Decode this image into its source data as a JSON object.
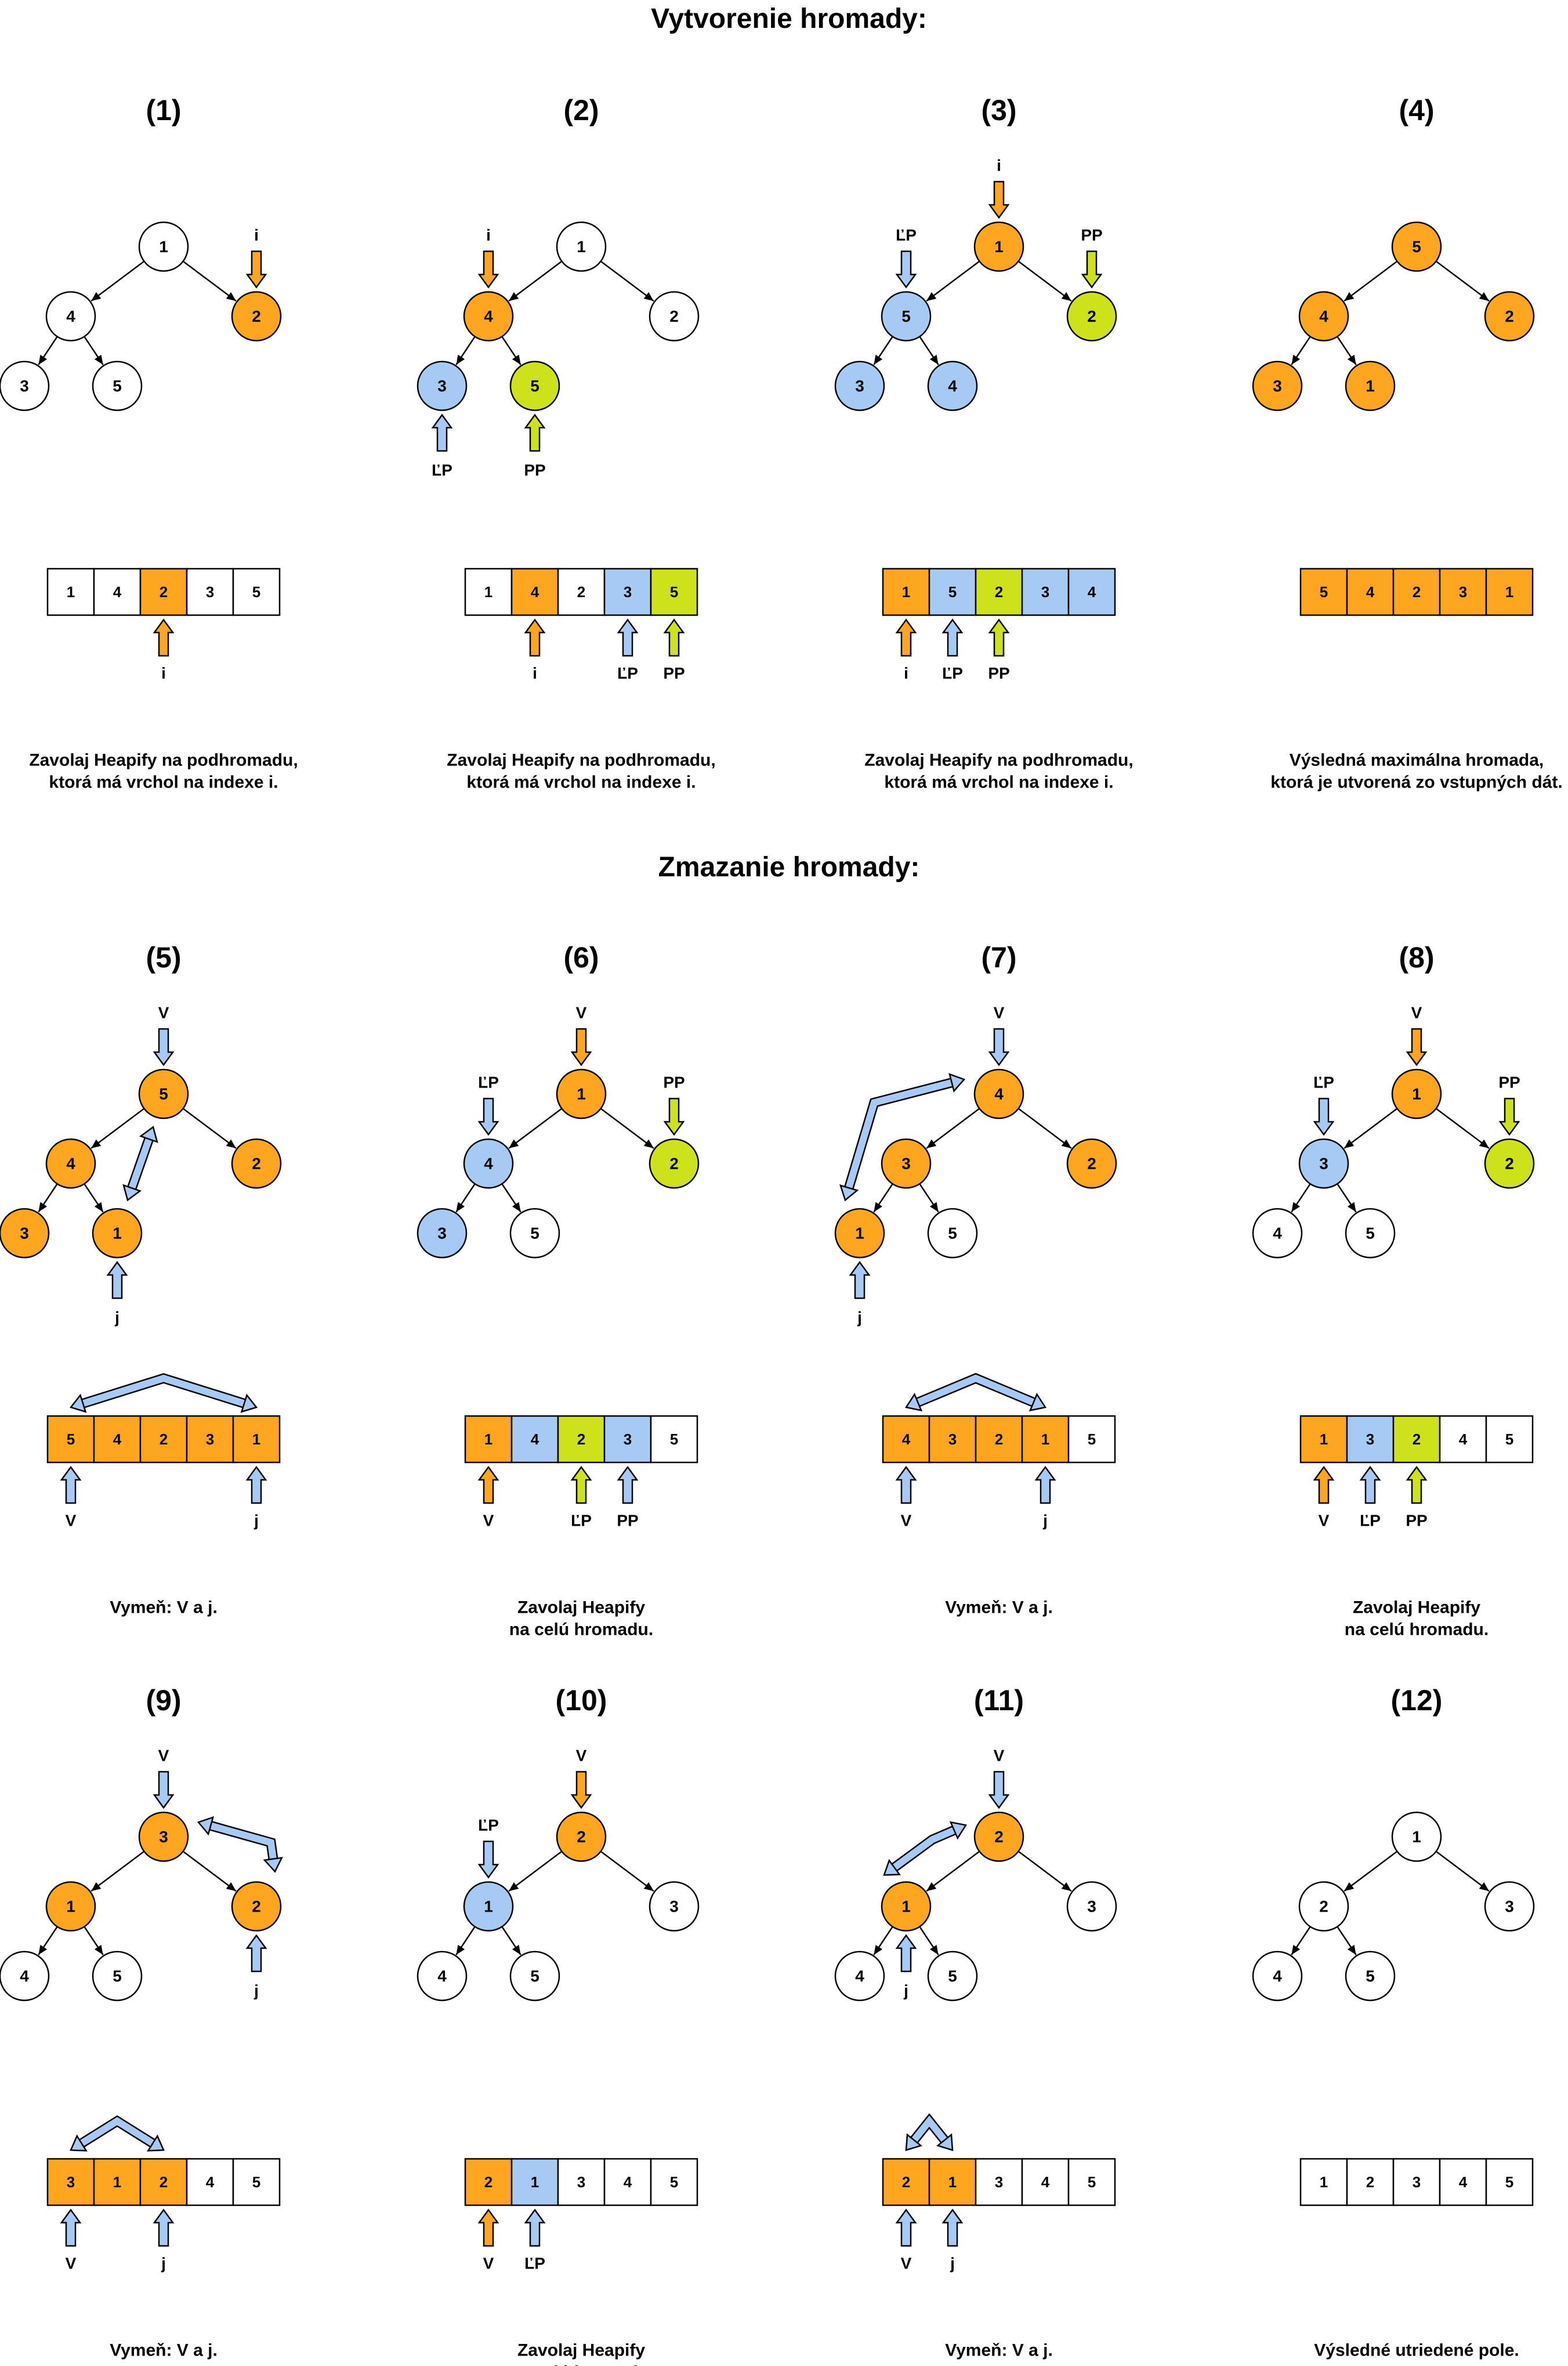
{
  "colors": {
    "orange": "#FFA621",
    "blue": "#A7CAF5",
    "green": "#CDE21B",
    "white": "#FFFFFF",
    "stroke": "#000000"
  },
  "sections": [
    {
      "title": "Vytvorenie hromady:"
    },
    {
      "title": "Zmazanie hromady:"
    }
  ],
  "steps": [
    {
      "label": "(1)",
      "nodes": [
        "1",
        "4",
        "2",
        "3",
        "5"
      ],
      "node_colors": [
        "white",
        "white",
        "orange",
        "white",
        "white"
      ],
      "tree_pointers": [
        {
          "node": 2,
          "side": "above",
          "text": "i",
          "color": "orange"
        }
      ],
      "array": [
        "1",
        "4",
        "2",
        "3",
        "5"
      ],
      "array_colors": [
        "white",
        "white",
        "orange",
        "white",
        "white"
      ],
      "array_pointers": [
        {
          "cell": 2,
          "text": "i",
          "color": "orange"
        }
      ],
      "caption": [
        "Zavolaj Heapify na podhromadu,",
        "ktorá má vrchol na indexe i."
      ]
    },
    {
      "label": "(2)",
      "nodes": [
        "1",
        "4",
        "2",
        "3",
        "5"
      ],
      "node_colors": [
        "white",
        "orange",
        "white",
        "blue",
        "green"
      ],
      "tree_pointers": [
        {
          "node": 1,
          "side": "above",
          "text": "i",
          "color": "orange"
        },
        {
          "node": 3,
          "side": "below",
          "text": "ĽP",
          "color": "blue"
        },
        {
          "node": 4,
          "side": "below",
          "text": "PP",
          "color": "green"
        }
      ],
      "array": [
        "1",
        "4",
        "2",
        "3",
        "5"
      ],
      "array_colors": [
        "white",
        "orange",
        "white",
        "blue",
        "green"
      ],
      "array_pointers": [
        {
          "cell": 1,
          "text": "i",
          "color": "orange"
        },
        {
          "cell": 3,
          "text": "ĽP",
          "color": "blue"
        },
        {
          "cell": 4,
          "text": "PP",
          "color": "green"
        }
      ],
      "caption": [
        "Zavolaj Heapify na podhromadu,",
        "ktorá má vrchol na indexe i."
      ]
    },
    {
      "label": "(3)",
      "nodes": [
        "1",
        "5",
        "2",
        "3",
        "4"
      ],
      "node_colors": [
        "orange",
        "blue",
        "green",
        "blue",
        "blue"
      ],
      "tree_pointers": [
        {
          "node": 0,
          "side": "above",
          "text": "i",
          "color": "orange"
        },
        {
          "node": 1,
          "side": "above",
          "text": "ĽP",
          "color": "blue"
        },
        {
          "node": 2,
          "side": "above",
          "text": "PP",
          "color": "green"
        }
      ],
      "array": [
        "1",
        "5",
        "2",
        "3",
        "4"
      ],
      "array_colors": [
        "orange",
        "blue",
        "green",
        "blue",
        "blue"
      ],
      "array_pointers": [
        {
          "cell": 0,
          "text": "i",
          "color": "orange"
        },
        {
          "cell": 1,
          "text": "ĽP",
          "color": "blue"
        },
        {
          "cell": 2,
          "text": "PP",
          "color": "green"
        }
      ],
      "caption": [
        "Zavolaj Heapify na podhromadu,",
        "ktorá má vrchol na indexe i."
      ]
    },
    {
      "label": "(4)",
      "nodes": [
        "5",
        "4",
        "2",
        "3",
        "1"
      ],
      "node_colors": [
        "orange",
        "orange",
        "orange",
        "orange",
        "orange"
      ],
      "tree_pointers": [],
      "array": [
        "5",
        "4",
        "2",
        "3",
        "1"
      ],
      "array_colors": [
        "orange",
        "orange",
        "orange",
        "orange",
        "orange"
      ],
      "array_pointers": [],
      "caption": [
        "Výsledná maximálna hromada,",
        "ktorá je utvorená zo vstupných dát."
      ]
    },
    {
      "label": "(5)",
      "nodes": [
        "5",
        "4",
        "2",
        "3",
        "1"
      ],
      "node_colors": [
        "orange",
        "orange",
        "orange",
        "orange",
        "orange"
      ],
      "tree_pointers": [
        {
          "node": 0,
          "side": "above",
          "text": "V",
          "color": "blue"
        },
        {
          "node": 4,
          "side": "below",
          "text": "j",
          "color": "blue"
        }
      ],
      "tree_swap": [
        0,
        4
      ],
      "array": [
        "5",
        "4",
        "2",
        "3",
        "1"
      ],
      "array_colors": [
        "orange",
        "orange",
        "orange",
        "orange",
        "orange"
      ],
      "array_pointers": [
        {
          "cell": 0,
          "text": "V",
          "color": "blue"
        },
        {
          "cell": 4,
          "text": "j",
          "color": "blue"
        }
      ],
      "array_swap": [
        0,
        4
      ],
      "caption": [
        "Vymeň: V a j."
      ]
    },
    {
      "label": "(6)",
      "nodes": [
        "1",
        "4",
        "2",
        "3",
        "5"
      ],
      "node_colors": [
        "orange",
        "blue",
        "green",
        "blue",
        "white"
      ],
      "tree_pointers": [
        {
          "node": 0,
          "side": "above",
          "text": "V",
          "color": "orange"
        },
        {
          "node": 1,
          "side": "above",
          "text": "ĽP",
          "color": "blue"
        },
        {
          "node": 2,
          "side": "above",
          "text": "PP",
          "color": "green"
        }
      ],
      "array": [
        "1",
        "4",
        "2",
        "3",
        "5"
      ],
      "array_colors": [
        "orange",
        "blue",
        "green",
        "blue",
        "white"
      ],
      "array_pointers": [
        {
          "cell": 0,
          "text": "V",
          "color": "orange"
        },
        {
          "cell": 2,
          "text": "ĽP",
          "color": "green"
        },
        {
          "cell": 3,
          "text": "PP",
          "color": "blue"
        }
      ],
      "caption": [
        "Zavolaj Heapify",
        "na celú hromadu."
      ]
    },
    {
      "label": "(7)",
      "nodes": [
        "4",
        "3",
        "2",
        "1",
        "5"
      ],
      "node_colors": [
        "orange",
        "orange",
        "orange",
        "orange",
        "white"
      ],
      "tree_pointers": [
        {
          "node": 0,
          "side": "above",
          "text": "V",
          "color": "blue"
        },
        {
          "node": 3,
          "side": "below",
          "text": "j",
          "color": "blue"
        }
      ],
      "tree_swap": [
        0,
        3
      ],
      "array": [
        "4",
        "3",
        "2",
        "1",
        "5"
      ],
      "array_colors": [
        "orange",
        "orange",
        "orange",
        "orange",
        "white"
      ],
      "array_pointers": [
        {
          "cell": 0,
          "text": "V",
          "color": "blue"
        },
        {
          "cell": 3,
          "text": "j",
          "color": "blue"
        }
      ],
      "array_swap": [
        0,
        3
      ],
      "caption": [
        "Vymeň: V a j."
      ]
    },
    {
      "label": "(8)",
      "nodes": [
        "1",
        "3",
        "2",
        "4",
        "5"
      ],
      "node_colors": [
        "orange",
        "blue",
        "green",
        "white",
        "white"
      ],
      "tree_pointers": [
        {
          "node": 0,
          "side": "above",
          "text": "V",
          "color": "orange"
        },
        {
          "node": 1,
          "side": "above",
          "text": "ĽP",
          "color": "blue"
        },
        {
          "node": 2,
          "side": "above",
          "text": "PP",
          "color": "green"
        }
      ],
      "array": [
        "1",
        "3",
        "2",
        "4",
        "5"
      ],
      "array_colors": [
        "orange",
        "blue",
        "green",
        "white",
        "white"
      ],
      "array_pointers": [
        {
          "cell": 0,
          "text": "V",
          "color": "orange"
        },
        {
          "cell": 1,
          "text": "ĽP",
          "color": "blue"
        },
        {
          "cell": 2,
          "text": "PP",
          "color": "green"
        }
      ],
      "caption": [
        "Zavolaj Heapify",
        "na celú hromadu."
      ]
    },
    {
      "label": "(9)",
      "nodes": [
        "3",
        "1",
        "2",
        "4",
        "5"
      ],
      "node_colors": [
        "orange",
        "orange",
        "orange",
        "white",
        "white"
      ],
      "tree_pointers": [
        {
          "node": 0,
          "side": "above",
          "text": "V",
          "color": "blue"
        },
        {
          "node": 2,
          "side": "below",
          "text": "j",
          "color": "blue"
        }
      ],
      "tree_swap": [
        0,
        2
      ],
      "array": [
        "3",
        "1",
        "2",
        "4",
        "5"
      ],
      "array_colors": [
        "orange",
        "orange",
        "orange",
        "white",
        "white"
      ],
      "array_pointers": [
        {
          "cell": 0,
          "text": "V",
          "color": "blue"
        },
        {
          "cell": 2,
          "text": "j",
          "color": "blue"
        }
      ],
      "array_swap": [
        0,
        2
      ],
      "caption": [
        "Vymeň: V a j."
      ]
    },
    {
      "label": "(10)",
      "nodes": [
        "2",
        "1",
        "3",
        "4",
        "5"
      ],
      "node_colors": [
        "orange",
        "blue",
        "white",
        "white",
        "white"
      ],
      "tree_pointers": [
        {
          "node": 0,
          "side": "above",
          "text": "V",
          "color": "orange"
        },
        {
          "node": 1,
          "side": "above",
          "text": "ĽP",
          "color": "blue"
        }
      ],
      "array": [
        "2",
        "1",
        "3",
        "4",
        "5"
      ],
      "array_colors": [
        "orange",
        "blue",
        "white",
        "white",
        "white"
      ],
      "array_pointers": [
        {
          "cell": 0,
          "text": "V",
          "color": "orange"
        },
        {
          "cell": 1,
          "text": "ĽP",
          "color": "blue"
        }
      ],
      "caption": [
        "Zavolaj Heapify",
        "na celú hromadu."
      ]
    },
    {
      "label": "(11)",
      "nodes": [
        "2",
        "1",
        "3",
        "4",
        "5"
      ],
      "node_colors": [
        "orange",
        "orange",
        "white",
        "white",
        "white"
      ],
      "tree_pointers": [
        {
          "node": 0,
          "side": "above",
          "text": "V",
          "color": "blue"
        },
        {
          "node": 1,
          "side": "below",
          "text": "j",
          "color": "blue"
        }
      ],
      "tree_swap": [
        0,
        1
      ],
      "array": [
        "2",
        "1",
        "3",
        "4",
        "5"
      ],
      "array_colors": [
        "orange",
        "orange",
        "white",
        "white",
        "white"
      ],
      "array_pointers": [
        {
          "cell": 0,
          "text": "V",
          "color": "blue"
        },
        {
          "cell": 1,
          "text": "j",
          "color": "blue"
        }
      ],
      "array_swap": [
        0,
        1
      ],
      "caption": [
        "Vymeň: V a j."
      ]
    },
    {
      "label": "(12)",
      "nodes": [
        "1",
        "2",
        "3",
        "4",
        "5"
      ],
      "node_colors": [
        "white",
        "white",
        "white",
        "white",
        "white"
      ],
      "tree_pointers": [],
      "array": [
        "1",
        "2",
        "3",
        "4",
        "5"
      ],
      "array_colors": [
        "white",
        "white",
        "white",
        "white",
        "white"
      ],
      "array_pointers": [],
      "caption": [
        "Výsledné utriedené pole."
      ]
    }
  ]
}
